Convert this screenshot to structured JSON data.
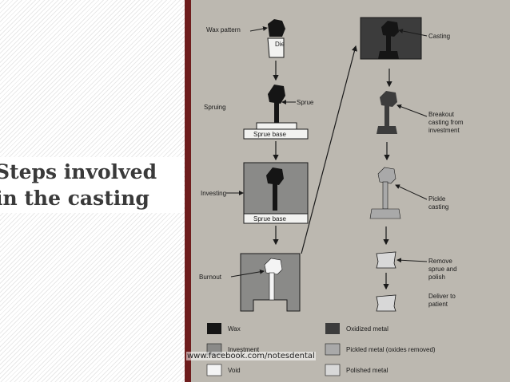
{
  "slide": {
    "title_line1": "Steps involved",
    "title_line2": "in the casting"
  },
  "diagram": {
    "left_labels": {
      "wax_pattern": "Wax pattern",
      "die": "Die",
      "spruing": "Spruing",
      "sprue": "Sprue",
      "sprue_base_1": "Sprue base",
      "investing": "Investing",
      "sprue_base_2": "Sprue base",
      "burnout": "Burnout"
    },
    "right_labels": {
      "casting": "Casting",
      "breakout_1": "Breakout",
      "breakout_2": "casting from",
      "breakout_3": "investment",
      "pickle_1": "Pickle",
      "pickle_2": "casting",
      "remove_1": "Remove",
      "remove_2": "sprue and",
      "remove_3": "polish",
      "deliver_1": "Deliver to",
      "deliver_2": "patient"
    },
    "legend": {
      "wax": "Wax",
      "investment": "Investment",
      "void": "Void",
      "oxidized": "Oxidized metal",
      "pickled": "Pickled metal (oxides removed)",
      "polished": "Polished metal"
    }
  },
  "watermark": "www.facebook.com/notesdental",
  "colors": {
    "title_text": "#3a3a3a",
    "photo_bg": "#bcb8b0",
    "border": "#6e1d1d",
    "wax": "#151515",
    "investment": "#8a8a88",
    "oxidized": "#3c3c3c",
    "pickled": "#a9a9a9",
    "polished": "#d8d8d8"
  }
}
